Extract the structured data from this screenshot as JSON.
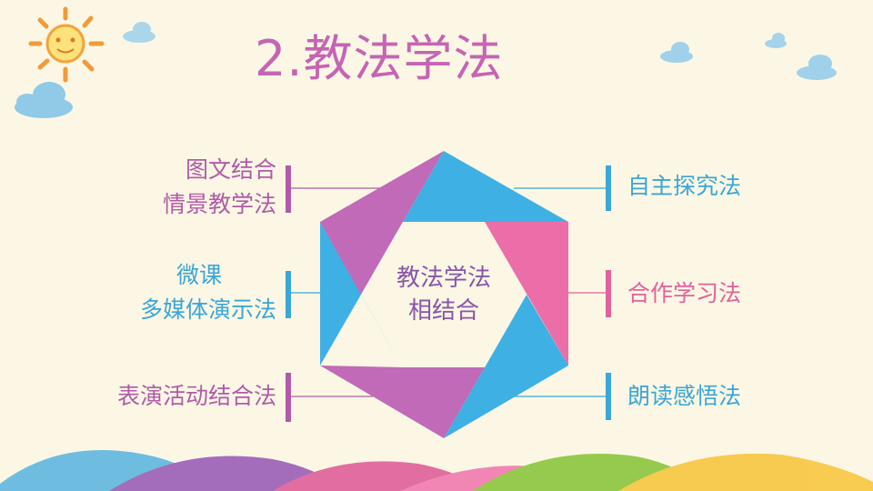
{
  "title": "2.教法学法",
  "center": {
    "line1": "教法学法",
    "line2": "相结合"
  },
  "left_methods": [
    {
      "lines": [
        "图文结合",
        "情景教学法"
      ],
      "color": "#b25aa8"
    },
    {
      "lines": [
        "微课",
        "多媒体演示法"
      ],
      "color": "#3aa6d9"
    },
    {
      "lines": [
        "表演活动结合法"
      ],
      "color": "#b25aa8"
    }
  ],
  "right_methods": [
    {
      "label": "自主探究法",
      "color": "#3aa6d9"
    },
    {
      "label": "合作学习法",
      "color": "#e4609a"
    },
    {
      "label": "朗读感悟法",
      "color": "#3aa6d9"
    }
  ],
  "colors": {
    "purple": "#c06ab8",
    "blue": "#3fb0e4",
    "pink": "#ec6ea8",
    "background": "#fbf7e4"
  }
}
